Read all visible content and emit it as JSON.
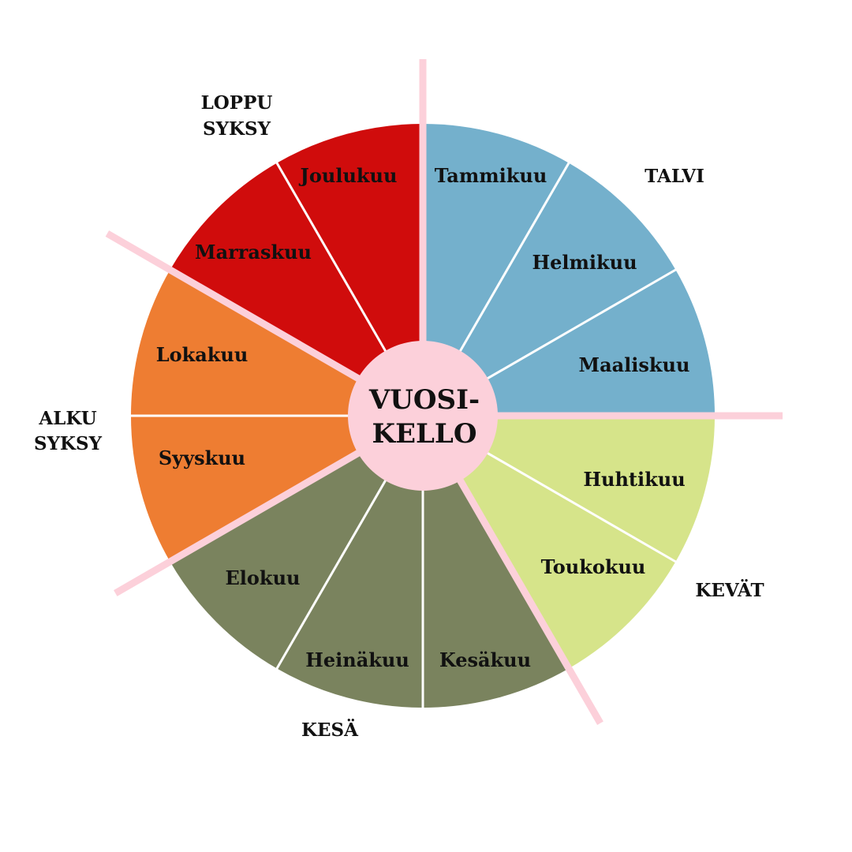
{
  "title_lines": [
    "VUOSI-",
    "KELLO"
  ],
  "colors": {
    "winter": "#74b0cc",
    "spring": "#d6e48a",
    "summer": "#7a835e",
    "autumn_early": "#ee7d32",
    "autumn_late": "#d00c0c",
    "center": "#fcd0da",
    "divider": "#fcd0da",
    "month_separator": "#ffffff"
  },
  "months": [
    {
      "name": "Tammikuu",
      "season": "winter"
    },
    {
      "name": "Helmikuu",
      "season": "winter"
    },
    {
      "name": "Maaliskuu",
      "season": "winter"
    },
    {
      "name": "Huhtikuu",
      "season": "spring"
    },
    {
      "name": "Toukokuu",
      "season": "spring"
    },
    {
      "name": "Kesäkuu",
      "season": "summer"
    },
    {
      "name": "Heinäkuu",
      "season": "summer"
    },
    {
      "name": "Elokuu",
      "season": "summer"
    },
    {
      "name": "Syyskuu",
      "season": "autumn_early"
    },
    {
      "name": "Lokakuu",
      "season": "autumn_early"
    },
    {
      "name": "Marraskuu",
      "season": "autumn_late"
    },
    {
      "name": "Joulukuu",
      "season": "autumn_late"
    }
  ],
  "seasons": [
    {
      "key": "winter",
      "lines": [
        "TALVI"
      ]
    },
    {
      "key": "spring",
      "lines": [
        "KEVÄT"
      ]
    },
    {
      "key": "summer",
      "lines": [
        "KESÄ"
      ]
    },
    {
      "key": "autumn_early",
      "lines": [
        "ALKU",
        "SYKSY"
      ]
    },
    {
      "key": "autumn_late",
      "lines": [
        "LOPPU",
        "SYKSY"
      ]
    }
  ]
}
